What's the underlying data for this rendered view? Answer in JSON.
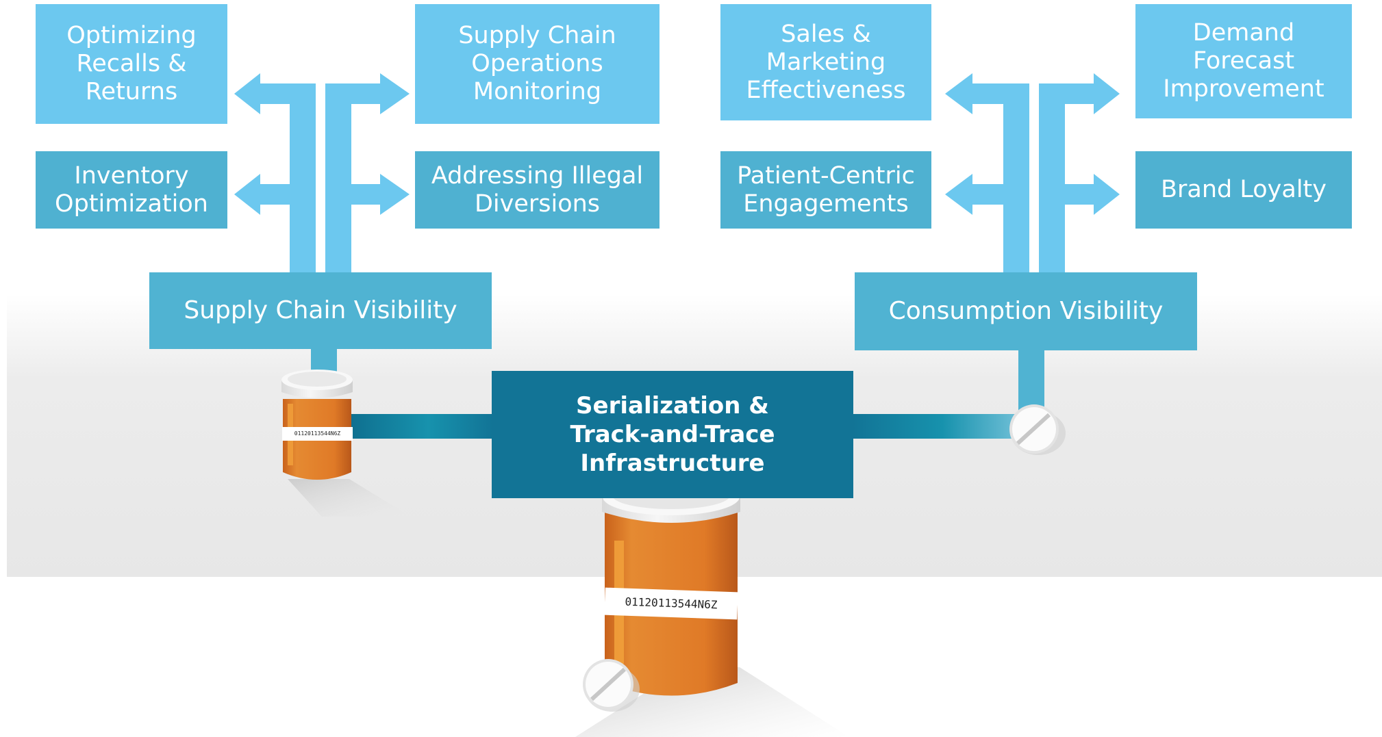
{
  "boxes": {
    "optimizing_recalls": "Optimizing\nRecalls &\nReturns",
    "inventory_optimization": "Inventory\nOptimization",
    "supply_chain_ops": "Supply Chain\nOperations\nMonitoring",
    "illegal_diversions": "Addressing Illegal\nDiversions",
    "sales_marketing": "Sales &\nMarketing\nEffectiveness",
    "patient_centric": "Patient-Centric\nEngagements",
    "demand_forecast": "Demand\nForecast\nImprovement",
    "brand_loyalty": "Brand Loyalty",
    "supply_chain_visibility": "Supply Chain Visibility",
    "consumption_visibility": "Consumption Visibility",
    "serialization": "Serialization &\nTrack-and-Trace\nInfrastructure"
  },
  "barcodes": {
    "small_bottle": "01120113544N6Z",
    "large_bottle": "01120113544N6Z"
  },
  "colors": {
    "light_blue": "#6cc8ef",
    "mid_blue": "#4fb1d1",
    "dark_teal": "#127496",
    "bottle_orange": "#e07a27",
    "cap_white": "#f1f1f1"
  }
}
